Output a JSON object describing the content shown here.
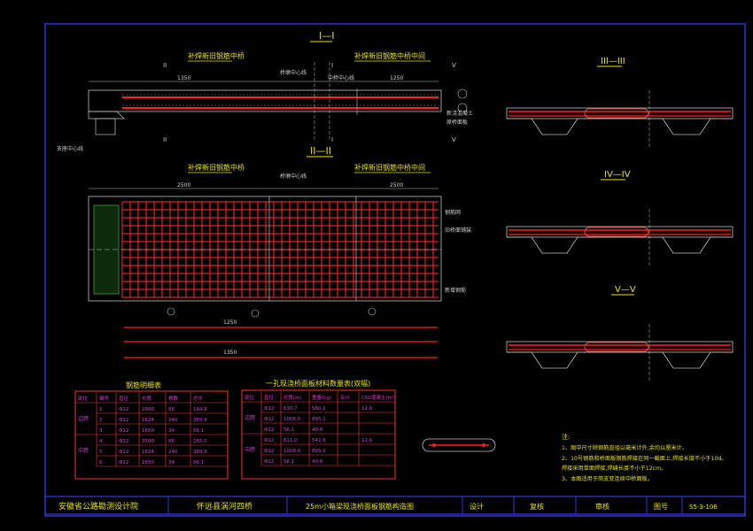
{
  "sections": {
    "s1": "I—I",
    "s2": "II—II",
    "s3": "III—III",
    "s4": "IV—IV",
    "s5": "V—V",
    "mark_i": "I",
    "mark_ii": "II",
    "mark_v": "V"
  },
  "labels": {
    "left_weld": "补焊新旧钢筋中桥",
    "right_weld": "补焊新旧钢筋中桥中间",
    "bridge_center": "桥墩中心线",
    "seg_mid": "中桥中心线",
    "new_concrete": "新浇混凝土",
    "old_slab": "原桥面板",
    "bearing_center": "支座中心线",
    "rebar_net": "钢筋网",
    "old_deck": "旧桥面铺装",
    "new_rebar": "新增钢筋",
    "dim_1": "1350",
    "dim_2": "1250",
    "dim_3": "2500",
    "dim_4": "2500",
    "dim_5": "1250",
    "dim_6": "1350"
  },
  "rebar_table": {
    "title": "钢筋明细表",
    "headers": [
      "部位",
      "编号",
      "直径",
      "长度",
      "根数",
      "总长"
    ],
    "groups": [
      "边跨",
      "中跨"
    ],
    "rows": [
      [
        "",
        "1",
        "Φ12",
        "2800",
        "66",
        "184.8"
      ],
      [
        "",
        "2",
        "Φ12",
        "1624",
        "240",
        "389.8"
      ],
      [
        "",
        "3",
        "Φ12",
        "1650",
        "34",
        "56.1"
      ],
      [
        "",
        "4",
        "Φ12",
        "2500",
        "66",
        "165.0"
      ],
      [
        "",
        "5",
        "Φ12",
        "1624",
        "240",
        "389.8"
      ],
      [
        "",
        "6",
        "Φ12",
        "1650",
        "34",
        "56.1"
      ]
    ]
  },
  "material_table": {
    "title": "一孔现浇桥面板材料数量表(双幅)",
    "headers": [
      "部位",
      "直径",
      "长度(m)",
      "重量(kg)",
      "合计",
      "C50混凝土(m³)"
    ],
    "groups": [
      "边跨",
      "中跨"
    ],
    "rows": [
      [
        "",
        "Φ12",
        "630.7",
        "560.1",
        "",
        "12.6"
      ],
      [
        "",
        "Φ12",
        "1008.0",
        "895.1",
        "",
        ""
      ],
      [
        "",
        "Φ12",
        "56.1",
        "49.8",
        "",
        ""
      ],
      [
        "",
        "Φ12",
        "611.0",
        "542.6",
        "",
        "12.6"
      ],
      [
        "",
        "Φ12",
        "1008.0",
        "895.1",
        "",
        ""
      ],
      [
        "",
        "Φ12",
        "56.1",
        "49.8",
        "",
        ""
      ]
    ]
  },
  "notes": {
    "title": "注:",
    "lines": [
      "1、图中尺寸除钢筋直径以毫米计外,余均以厘米计。",
      "2、10号钢筋和桥面板钢筋焊接在同一截面上,焊接长度不小于10d。",
      "   焊接采用单面焊接,焊缝长度不小于12cm。",
      "3、本图适用于简支变连续中桥面板。"
    ]
  },
  "title_block": {
    "institute": "安徽省公路勘测设计院",
    "project": "怀远县涡河四桥",
    "drawing": "25m小箱梁现浇桥面板钢筋构造图",
    "design": "设计",
    "review": "复核",
    "approve": "审核",
    "drawing_no_label": "图号",
    "drawing_no": "S5-3-106"
  }
}
